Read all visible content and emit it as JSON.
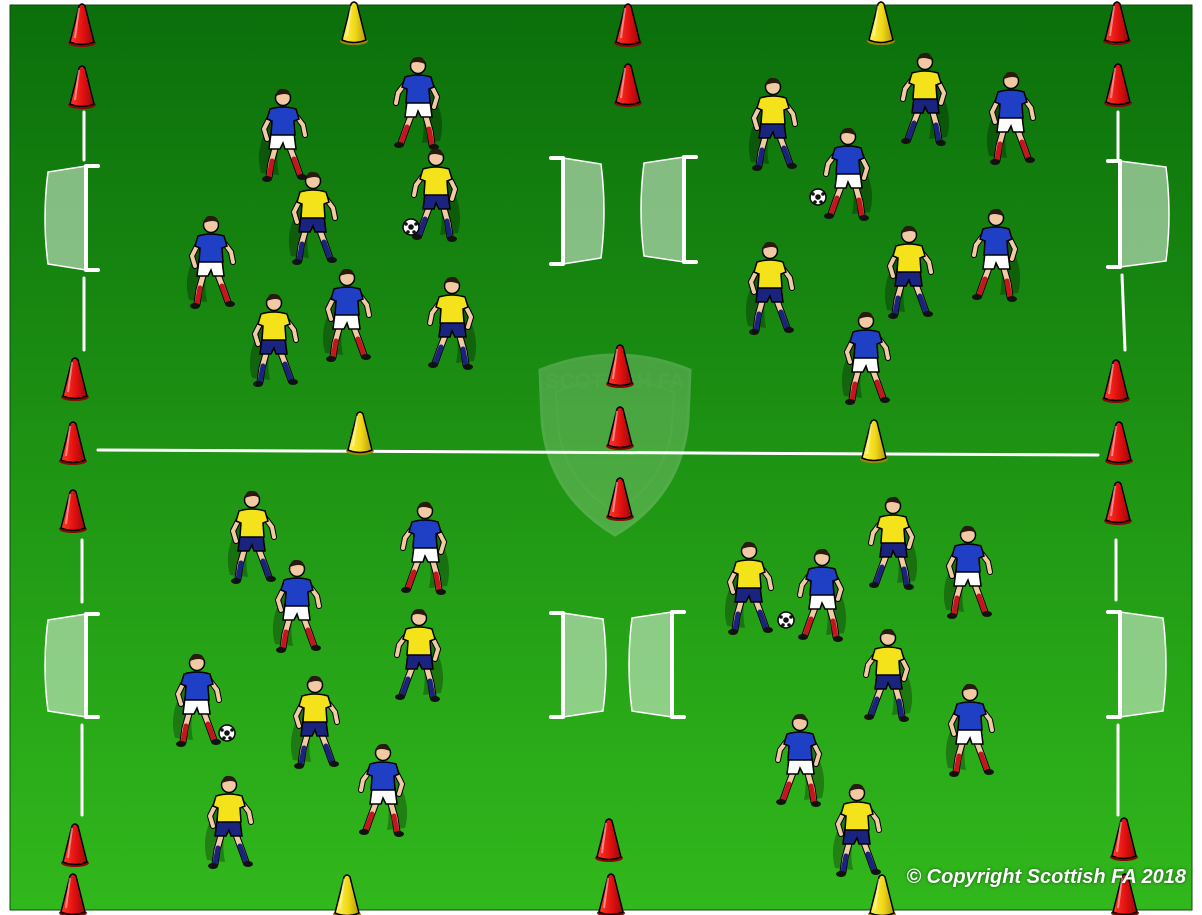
{
  "drill": {
    "copyright": "© Copyright Scottish FA 2018",
    "watermark_text": "SCOTTISH FA"
  },
  "colors": {
    "pitch_top": "#0b6f0b",
    "pitch_bottom": "#2fb51a",
    "line": "#ffffff",
    "cone_red": "#e0100f",
    "cone_yellow": "#f6df1a",
    "team_yellow_shirt": "#f4e21b",
    "team_yellow_shorts": "#1a237e",
    "team_blue_shirt": "#1f3fc4",
    "team_blue_shorts": "#ffffff",
    "team_blue_socks": "#c4161c"
  },
  "icons": [
    "cone-icon",
    "goal-icon",
    "ball-icon",
    "player-icon",
    "scottish-fa-crest"
  ]
}
